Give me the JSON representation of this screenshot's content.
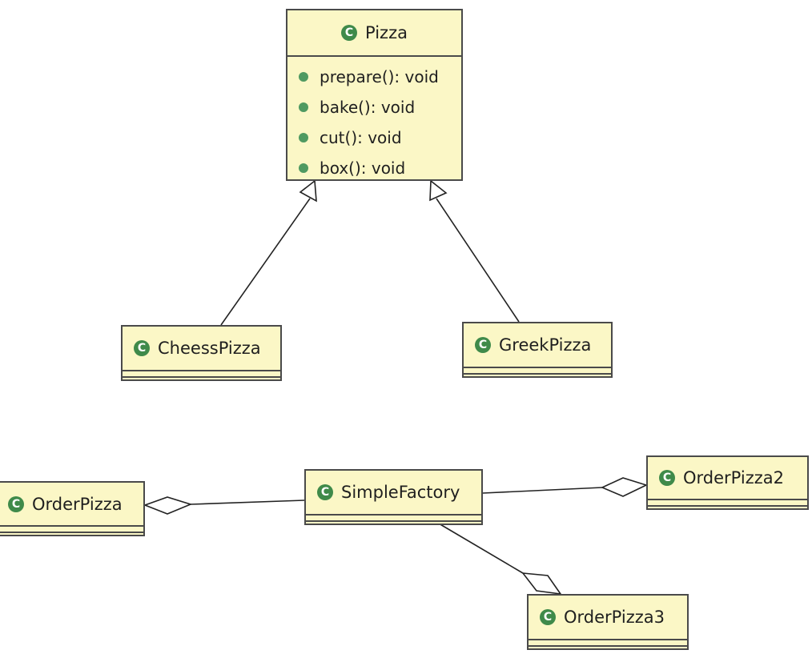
{
  "classes": {
    "pizza": {
      "name": "Pizza",
      "methods": [
        "prepare(): void",
        "bake(): void",
        "cut(): void",
        "box(): void"
      ]
    },
    "cheess_pizza": {
      "name": "CheessPizza"
    },
    "greek_pizza": {
      "name": "GreekPizza"
    },
    "order_pizza": {
      "name": "OrderPizza"
    },
    "simple_factory": {
      "name": "SimpleFactory"
    },
    "order_pizza2": {
      "name": "OrderPizza2"
    },
    "order_pizza3": {
      "name": "OrderPizza3"
    }
  },
  "icon_glyph": "C",
  "colors": {
    "class_fill": "#fbf7c6",
    "class_border": "#4a4a4a",
    "class_icon": "#3f8a4a",
    "method_dot": "#4f9a61"
  }
}
